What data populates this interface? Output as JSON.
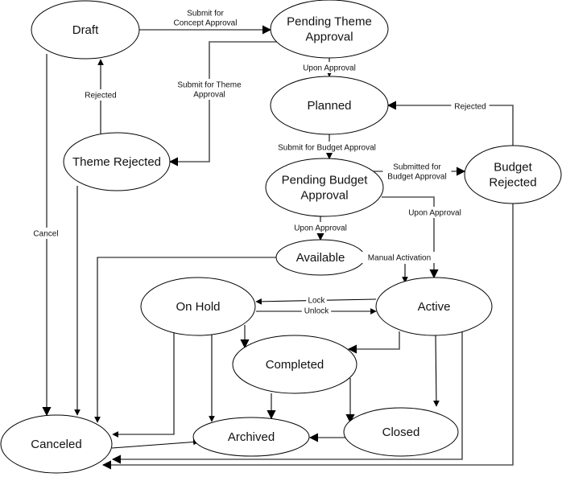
{
  "diagram": {
    "type": "state-machine",
    "colors": {
      "node_stroke": "#000000",
      "edge": "#555555",
      "background": "#ffffff",
      "text": "#111111"
    },
    "nodes": {
      "draft": {
        "label": [
          "Draft"
        ]
      },
      "pending_theme": {
        "label": [
          "Pending Theme",
          "Approval"
        ]
      },
      "planned": {
        "label": [
          "Planned"
        ]
      },
      "theme_rejected": {
        "label": [
          "Theme Rejected"
        ]
      },
      "pending_budget": {
        "label": [
          "Pending Budget",
          "Approval"
        ]
      },
      "budget_rejected": {
        "label": [
          "Budget",
          "Rejected"
        ]
      },
      "available": {
        "label": [
          "Available"
        ]
      },
      "on_hold": {
        "label": [
          "On Hold"
        ]
      },
      "active": {
        "label": [
          "Active"
        ]
      },
      "completed": {
        "label": [
          "Completed"
        ]
      },
      "canceled": {
        "label": [
          "Canceled"
        ]
      },
      "archived": {
        "label": [
          "Archived"
        ]
      },
      "closed": {
        "label": [
          "Closed"
        ]
      }
    },
    "edges": [
      {
        "from": "draft",
        "to": "pending_theme",
        "label": [
          "Submit for",
          "Concept Approval"
        ]
      },
      {
        "from": "pending_theme",
        "to": "theme_rejected",
        "label": [
          "Submit for Theme",
          "Approval"
        ]
      },
      {
        "from": "theme_rejected",
        "to": "draft",
        "label": [
          "Rejected"
        ]
      },
      {
        "from": "pending_theme",
        "to": "planned",
        "label": [
          "Upon Approval"
        ]
      },
      {
        "from": "planned",
        "to": "pending_budget",
        "label": [
          "Submit for Budget Approval"
        ]
      },
      {
        "from": "pending_budget",
        "to": "budget_rejected",
        "label": [
          "Submitted for",
          "Budget Approval"
        ]
      },
      {
        "from": "budget_rejected",
        "to": "planned",
        "label": [
          "Rejected"
        ]
      },
      {
        "from": "pending_budget",
        "to": "available",
        "label": [
          "Upon Approval"
        ]
      },
      {
        "from": "pending_budget",
        "to": "active",
        "label": [
          "Upon Approval"
        ]
      },
      {
        "from": "available",
        "to": "active",
        "label": [
          "Manual Activation"
        ]
      },
      {
        "from": "active",
        "to": "on_hold",
        "label": [
          "Lock"
        ]
      },
      {
        "from": "on_hold",
        "to": "active",
        "label": [
          "Unlock"
        ]
      },
      {
        "from": "draft",
        "to": "canceled",
        "label": [
          "Cancel"
        ]
      },
      {
        "from": "theme_rejected",
        "to": "canceled",
        "label": []
      },
      {
        "from": "available",
        "to": "canceled",
        "label": []
      },
      {
        "from": "on_hold",
        "to": "canceled",
        "label": []
      },
      {
        "from": "on_hold",
        "to": "archived",
        "label": []
      },
      {
        "from": "on_hold",
        "to": "completed",
        "label": []
      },
      {
        "from": "active",
        "to": "completed",
        "label": []
      },
      {
        "from": "active",
        "to": "closed",
        "label": []
      },
      {
        "from": "active",
        "to": "canceled",
        "label": []
      },
      {
        "from": "budget_rejected",
        "to": "canceled",
        "label": []
      },
      {
        "from": "completed",
        "to": "archived",
        "label": []
      },
      {
        "from": "completed",
        "to": "closed",
        "label": []
      },
      {
        "from": "closed",
        "to": "archived",
        "label": []
      },
      {
        "from": "canceled",
        "to": "archived",
        "label": []
      }
    ]
  }
}
